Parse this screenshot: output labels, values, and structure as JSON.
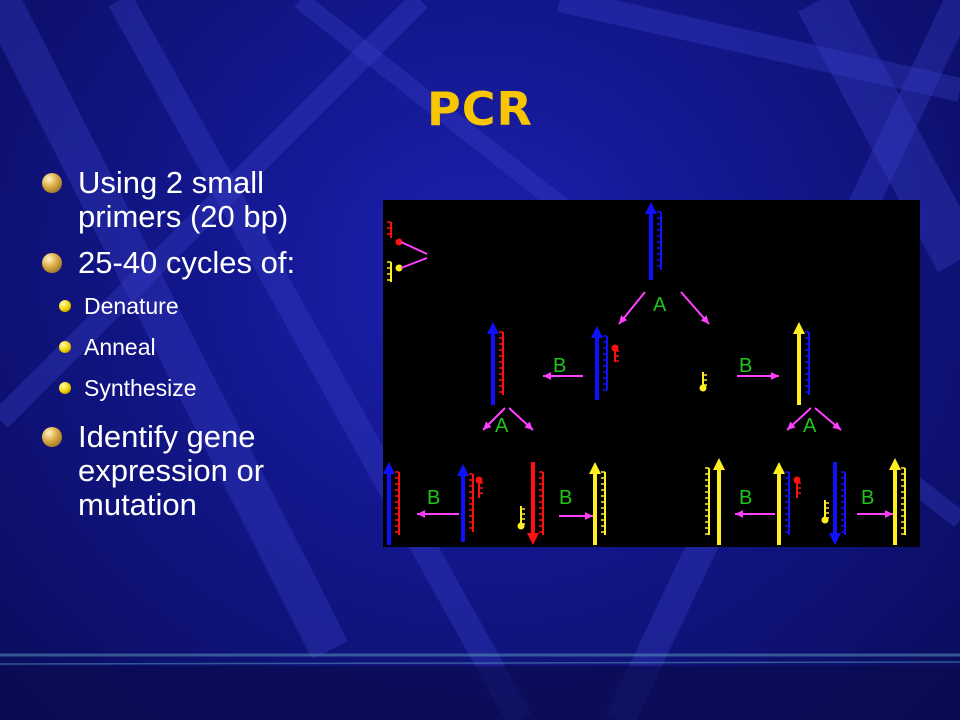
{
  "slide": {
    "title": "PCR",
    "bullets": [
      {
        "text": "Using 2 small primers (20 bp)"
      },
      {
        "text": "25-40 cycles of:"
      },
      {
        "text": "Identify gene expression or mutation"
      }
    ],
    "sub_bullets": [
      {
        "text": "Denature"
      },
      {
        "text": "Anneal"
      },
      {
        "text": "Synthesize"
      }
    ]
  },
  "diagram": {
    "labels": {
      "anneal": "A",
      "extend": "B"
    },
    "colors": {
      "blue_strand": "#1010ff",
      "red_strand": "#ff1010",
      "yellow_strand": "#ffee20",
      "arrow": "#ff40ff",
      "label": "#22c41c"
    }
  }
}
